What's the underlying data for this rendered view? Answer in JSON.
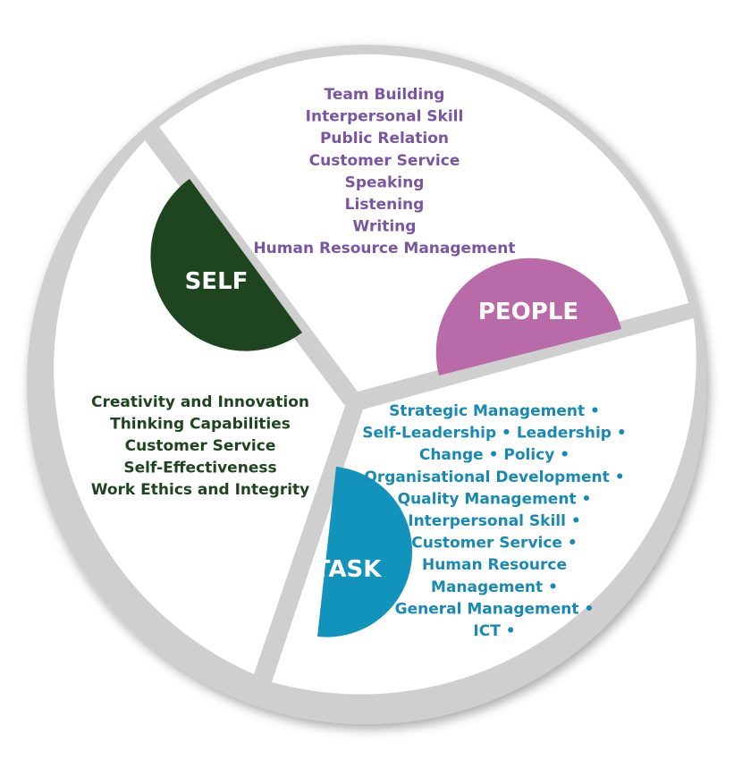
{
  "colors": {
    "self": "#1f4520",
    "people": "#b96aa9",
    "task": "#1293bb",
    "self_text": "#1f4520",
    "people_text": "#7a55a3",
    "task_text": "#1789b3",
    "background": "#ffffff",
    "gap": "#c9c9c9"
  },
  "people": {
    "title": "PEOPLE",
    "items": [
      "Team Building",
      "Interpersonal Skill",
      "Public Relation",
      "Customer Service",
      "Speaking",
      "Listening",
      "Writing",
      "Human Resource Management"
    ]
  },
  "self": {
    "title": "SELF",
    "items": [
      "Creativity and Innovation",
      "Thinking Capabilities",
      "Customer Service",
      "Self-Effectiveness",
      "Work Ethics and Integrity"
    ]
  },
  "task": {
    "title": "TASK",
    "items": [
      "Strategic Management •",
      "Self-Leadership • Leadership •",
      "Change • Policy •",
      "Organisational Development •",
      "Quality Management •",
      "Interpersonal Skill •",
      "Customer Service •",
      "Human Resource",
      "Management •",
      "General Management •",
      "ICT •"
    ]
  }
}
